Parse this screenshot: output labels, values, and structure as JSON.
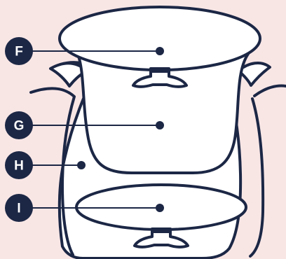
{
  "diagram": {
    "colors": {
      "background": "#f8e6e5",
      "stroke": "#1c2745",
      "fill": "#ffffff",
      "label_circle": "#1c2745",
      "label_text": "#ffffff"
    },
    "labels": [
      {
        "id": "F",
        "text": "F",
        "icon": "lid-part-label"
      },
      {
        "id": "G",
        "text": "G",
        "icon": "inner-pot-label"
      },
      {
        "id": "H",
        "text": "H",
        "icon": "outer-pot-label"
      },
      {
        "id": "I",
        "text": "I",
        "icon": "base-lid-label"
      }
    ]
  }
}
